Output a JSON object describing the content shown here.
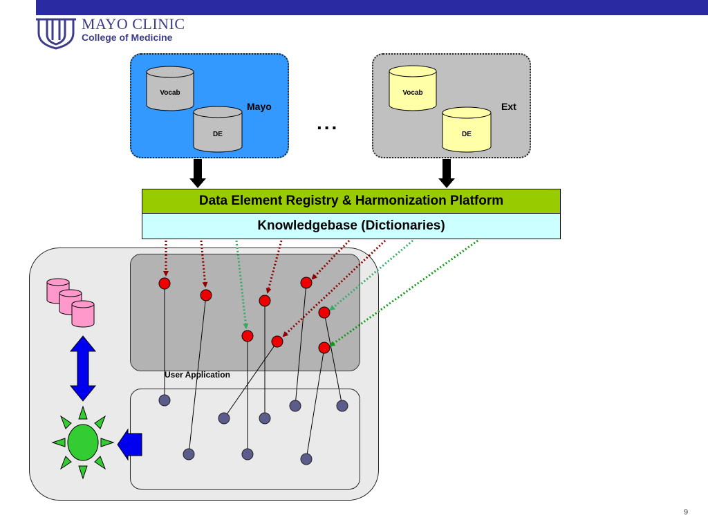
{
  "header": {
    "logo_main": "MAYO CLINIC",
    "logo_sub": "College of Medicine",
    "bar_color": "#2a2aa3"
  },
  "sources": {
    "mayo": {
      "label": "Mayo",
      "vocab": "Vocab",
      "de": "DE",
      "color": "#3399ff",
      "cylinder_color": "#c0c0c0"
    },
    "ext": {
      "label": "Ext",
      "vocab": "Vocab",
      "de": "DE",
      "color": "#c0c0c0",
      "cylinder_color": "#ffffa8"
    },
    "ellipsis": "..."
  },
  "platform": {
    "registry_label": "Data Element Registry & Harmonization Platform",
    "registry_color": "#99cc00",
    "knowledgebase_label": "Knowledgebase (Dictionaries)",
    "knowledgebase_color": "#ccffff"
  },
  "application": {
    "user_application_label": "User Application"
  },
  "icons": [
    "mayo-shield-icon",
    "database-stack-icon",
    "double-arrow-icon",
    "sun-icon",
    "left-arrow-icon"
  ],
  "footer": {
    "page_number": "9"
  }
}
